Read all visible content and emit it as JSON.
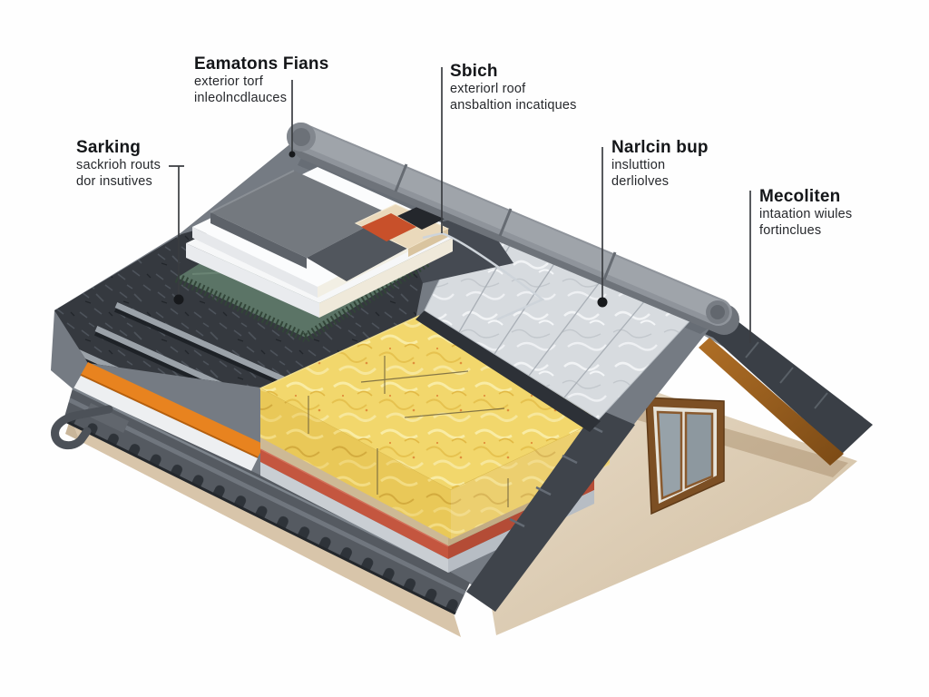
{
  "figure": {
    "type": "isometric roof insulation cutaway diagram",
    "background_color": "#ffffff",
    "labels": [
      {
        "id": "top-left",
        "title": "Eamatons Fians",
        "line1": "exterior torf",
        "line2": "inleolncdlauces"
      },
      {
        "id": "top-center",
        "title": "Sbich",
        "line1": "exteriorl roof",
        "line2": "ansbaltion incatiques"
      },
      {
        "id": "left",
        "title": "Sarking",
        "line1": "sackrioh routs",
        "line2": "dor insutives"
      },
      {
        "id": "right",
        "title": "Narlcin bup",
        "line1": "insluttion",
        "line2": "derliolves"
      },
      {
        "id": "far-right",
        "title": "Mecoliten",
        "line1": "intaation wiules",
        "line2": "fortinclues"
      }
    ],
    "parts": [
      "ridge-tiles",
      "roof-membrane",
      "sarking-felt-with-battens",
      "green-mesh-layer",
      "white-insulation-boards",
      "dark-cover-slab",
      "tile-sample-block",
      "mineral-wool-insulation",
      "rigid-insulation-panels",
      "osb-board-layer",
      "red-underlay-layer",
      "screed-layer",
      "corrugated-eaves-sheet",
      "gutter-hook",
      "orange-eaves-strip",
      "gable-wall",
      "window",
      "fascia-board",
      "verge-tiles"
    ],
    "colors": {
      "mineral_wool_yellow": "#f2d76c",
      "rigid_panel_gray": "#d7dbdf",
      "sarking_felt_dark": "#35393f",
      "membrane_gray": "#757b83",
      "green_mesh": "#5b7466",
      "orange_strip": "#e8831f",
      "red_layer": "#c4563f",
      "osb_tan": "#cdb995",
      "corrugated_gray": "#555a61",
      "ridge_tile_gray": "#8f949b",
      "wall_beige": "#dccab0",
      "fascia_brown": "#a96a23",
      "window_frame_brown": "#7c4f24",
      "leader_line": "#3a3d41",
      "label_text": "#141619"
    }
  }
}
